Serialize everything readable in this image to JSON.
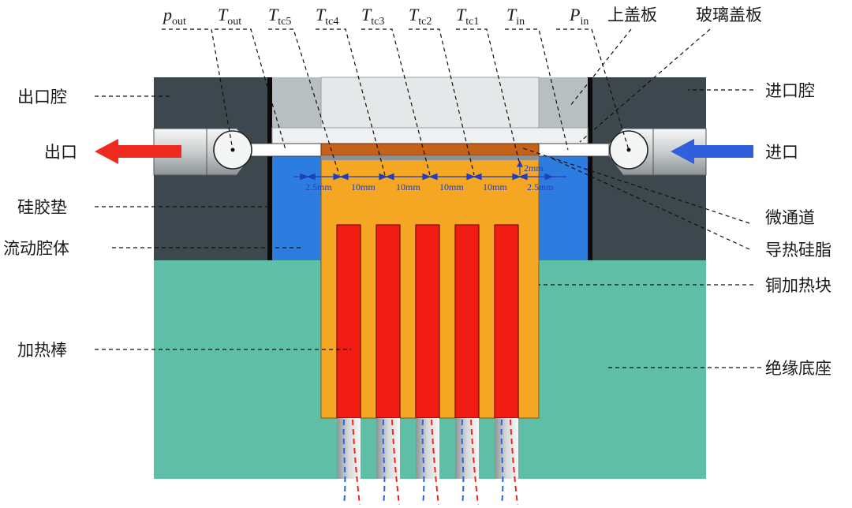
{
  "colors": {
    "dark_block": "#3d474e",
    "insulating_base": "#5fbfa6",
    "copper_block": "#f5a623",
    "heating_rod": "#f01c14",
    "fluid_cavity": "#2d7de0",
    "glass_cover": "#e4e8e9",
    "cover_gray": "#b8bfc1",
    "micro_channel": "#c4621c",
    "outlet_arrow": "#ee2a1f",
    "inlet_arrow": "#2f5fdc",
    "dimension": "#1f3fbf"
  },
  "top_labels": {
    "p_out": {
      "main": "p",
      "sub": "out"
    },
    "t_out": {
      "main": "T",
      "sub": "out"
    },
    "t_tc5": {
      "main": "T",
      "sub": "tc5"
    },
    "t_tc4": {
      "main": "T",
      "sub": "tc4"
    },
    "t_tc3": {
      "main": "T",
      "sub": "tc3"
    },
    "t_tc2": {
      "main": "T",
      "sub": "tc2"
    },
    "t_tc1": {
      "main": "T",
      "sub": "tc1"
    },
    "t_in": {
      "main": "T",
      "sub": "in"
    },
    "p_in": {
      "main": "P",
      "sub": "in"
    },
    "upper_cover": "上盖板",
    "glass_cover": "玻璃盖板"
  },
  "left_labels": {
    "outlet_cavity": "出口腔",
    "outlet": "出口",
    "silicone_gasket": "硅胶垫",
    "flow_cavity": "流动腔体",
    "heating_rod": "加热棒"
  },
  "right_labels": {
    "inlet_cavity": "进口腔",
    "inlet": "进口",
    "micro_channel": "微通道",
    "thermal_grease": "导热硅脂",
    "copper_heating_block": "铜加热块",
    "insulating_base": "绝缘底座"
  },
  "dimensions": {
    "d1": "2.5mm",
    "d2": "10mm",
    "d3": "10mm",
    "d4": "10mm",
    "d5": "10mm",
    "d6": "2.5mm",
    "d_top": "2mm"
  },
  "icons": {
    "outlet_arrow": "arrow-left-icon",
    "inlet_arrow": "arrow-left-icon",
    "outlet_valve": "circle-valve-icon",
    "inlet_valve": "circle-valve-icon"
  }
}
